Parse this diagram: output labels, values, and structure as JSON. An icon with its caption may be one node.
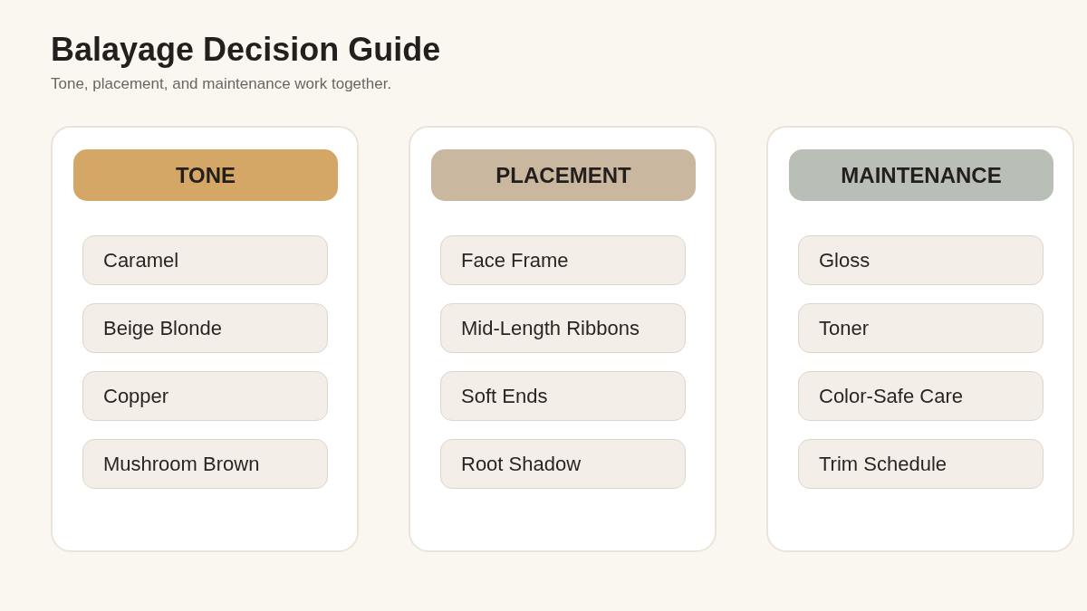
{
  "diagram": {
    "title": "Balayage Decision Guide",
    "nodes": [
      {
        "text": [],
        "shape": "box"
      },
      {
        "text": [
          "TONE"
        ],
        "in": 0
      },
      {
        "text": [
          "Caramel"
        ],
        "in": 0
      },
      {
        "text": [
          "Beige Blonde"
        ],
        "in": 0
      },
      {
        "text": [
          "Copper"
        ],
        "in": 0
      },
      {
        "text": [
          "Mushroom Brown"
        ],
        "in": 0
      },
      {
        "text": [],
        "shape": "box"
      },
      {
        "text": [
          "PLACEMENT"
        ],
        "in": 6
      },
      {
        "text": [
          "Face Frame"
        ],
        "in": 6
      },
      {
        "text": [
          "Mid-Length Ribbons"
        ],
        "in": 6
      },
      {
        "text": [
          "Soft Ends"
        ],
        "in": 6
      },
      {
        "text": [
          "Root Shadow"
        ],
        "in": 6
      },
      {
        "text": [],
        "shape": "box"
      },
      {
        "text": [
          "MAINTENANCE"
        ],
        "in": 12
      },
      {
        "text": [
          "Gloss"
        ],
        "in": 12
      },
      {
        "text": [
          "Toner"
        ],
        "in": 12
      },
      {
        "text": [
          "Color-Safe Care"
        ],
        "in": 12
      },
      {
        "text": [
          "Trim Schedule"
        ],
        "in": 12
      }
    ],
    "edges": [],
    "labels": [
      "Tone, placement, and maintenance work together."
    ]
  }
}
